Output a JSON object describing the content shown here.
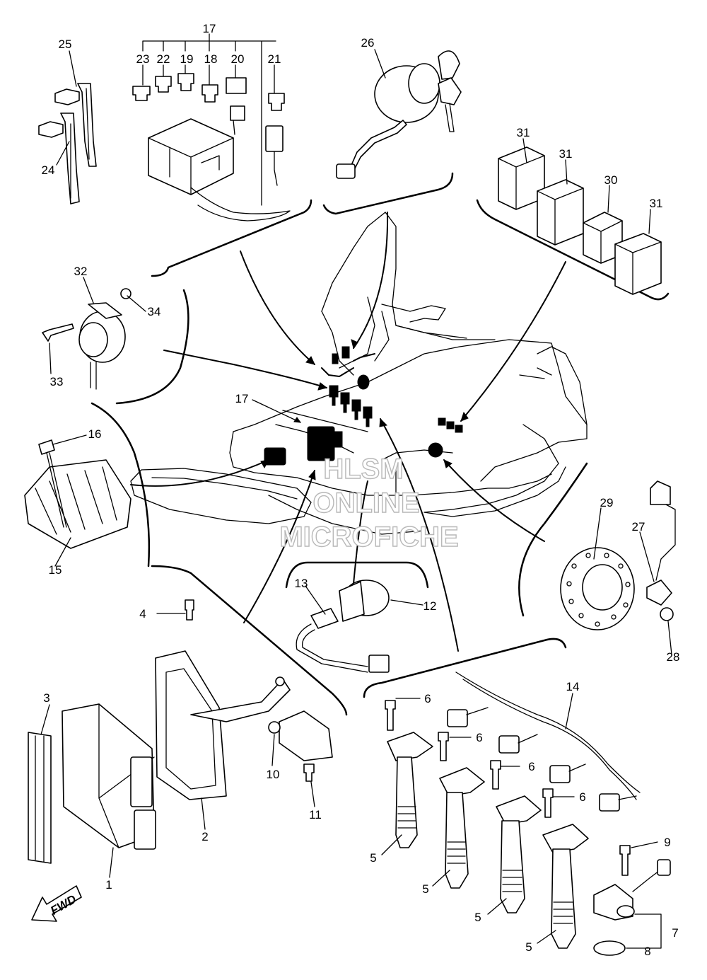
{
  "callouts": [
    "25",
    "24",
    "17",
    "23",
    "22",
    "19",
    "18",
    "20",
    "21",
    "26",
    "31",
    "31",
    "30",
    "31",
    "32",
    "34",
    "33",
    "16",
    "15",
    "17",
    "29",
    "27",
    "28",
    "13",
    "12",
    "4",
    "3",
    "1",
    "2",
    "10",
    "11",
    "14",
    "6",
    "6",
    "6",
    "6",
    "5",
    "5",
    "5",
    "5",
    "9",
    "7",
    "8"
  ],
  "watermark": {
    "line1": "HLSM",
    "line2": "ONLINE",
    "line3": "MICROFICHE"
  },
  "fwd_label": "FWD"
}
